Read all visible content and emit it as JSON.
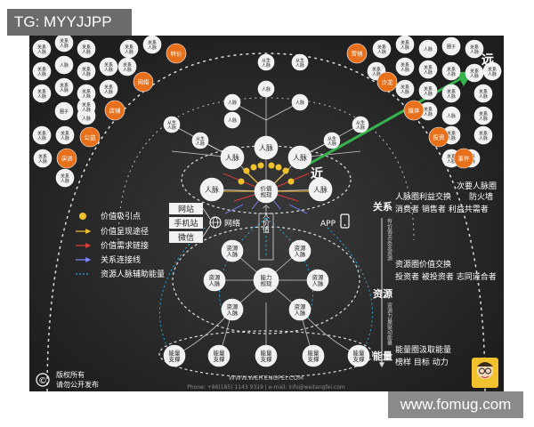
{
  "watermarks": {
    "top_left": "TG: MYYJJPP",
    "bottom_right": "www.fomug.com"
  },
  "colors": {
    "background": "#262626",
    "node_white": "#f2f2f2",
    "node_orange": "#e8701a",
    "gold_point": "#f2c12e",
    "value_path": "#f2c12e",
    "demand_link": "#e23b3b",
    "relation_line": "#7a86ff",
    "auxiliary_line": "#2fa8d8",
    "far_arrow": "#37b24d"
  },
  "outer_ring": {
    "white_nodes": [
      "关系人脉",
      "关系人脉",
      "关系人脉",
      "关系人脉",
      "人脉",
      "关系人脉",
      "关系人脉",
      "关系人脉",
      "关系人脉",
      "关系人脉",
      "关系人脉",
      "关系人脉",
      "关系人脉",
      "圈子",
      "关系人脉",
      "关系人脉",
      "关系人脉",
      "关系人脉",
      "关系人脉",
      "关系人脉",
      "关系人脉",
      "关系人脉",
      "人脉",
      "圈子",
      "关系人脉",
      "关系人脉",
      "关系人脉",
      "关系人脉",
      "关系人脉",
      "关系人脉",
      "关系人脉",
      "关系人脉",
      "关系人脉",
      "关系人脉",
      "人脉",
      "关系人脉",
      "关系人脉",
      "关系人脉",
      "关系人脉",
      "关系人脉",
      "关系人脉",
      "关系人脉",
      "关系人脉"
    ],
    "orange_nodes": [
      "转价",
      "网络",
      "店铺",
      "公益",
      "演讲",
      "营销",
      "沙龙",
      "媒体",
      "投资",
      "事件"
    ]
  },
  "upper_tree": {
    "top_nodes": [
      "从生人脉",
      "人脉",
      "人脉",
      "从生人脉",
      "人脉",
      "人脉",
      "从生人脉",
      "从生人脉",
      "从生人脉",
      "从生人脉"
    ],
    "middle_nodes": [
      "人脉",
      "人脉",
      "人脉",
      "人脉",
      "人脉"
    ],
    "center_node": "价值规现",
    "near_label": "近",
    "far_label": "远"
  },
  "channels": {
    "items": [
      "网站",
      "手机站",
      "微信"
    ],
    "network_label": "网络",
    "app_label": "APP",
    "vertical_label": "个人价值"
  },
  "legend": [
    {
      "label": "价值吸引点",
      "marker": "dot"
    },
    {
      "label": "价值呈现途径",
      "marker": "gold-arrow"
    },
    {
      "label": "价值需求链接",
      "marker": "red-arrow"
    },
    {
      "label": "关系连接线",
      "marker": "blue-arrow"
    },
    {
      "label": "资源人脉辅助能量",
      "marker": "dashed-line"
    }
  ],
  "right_notes": {
    "secondary_circle": "次要人脉圈",
    "firewall": "防火墙",
    "relation_heading": "关系",
    "relation_line1": "人脉圈利益交换",
    "relation_line2": "消费者 销售者 利益共需者",
    "relation_vertical": "有价值关系变资源",
    "resource_heading": "资源",
    "resource_line1": "资源圈价值交换",
    "resource_line2": "投资者 被投资者 志同道合者",
    "resource_vertical": "资源力量驱动能量",
    "energy_heading": "能量",
    "energy_line1": "能量圈汲取能量",
    "energy_line2": "榜样 目标 动力"
  },
  "resource_ring": {
    "center": "能力规现",
    "nodes": [
      "资源人脉",
      "资源人脉",
      "资源人脉",
      "资源人脉",
      "资源人脉",
      "资源人脉"
    ]
  },
  "energy_ring": {
    "nodes": [
      "能量支撑",
      "能量支撑",
      "能量支撑",
      "能量支撑",
      "能量支撑"
    ]
  },
  "footer": {
    "copyright_symbol": "©",
    "copyright_line1": "版权所有",
    "copyright_line2": "请勿公开发布",
    "website": "WWW.WEITENGFEI.COM",
    "contact": "Phone: +86(185) 1143 9319 | e-mail: info@weitengfei.com"
  }
}
